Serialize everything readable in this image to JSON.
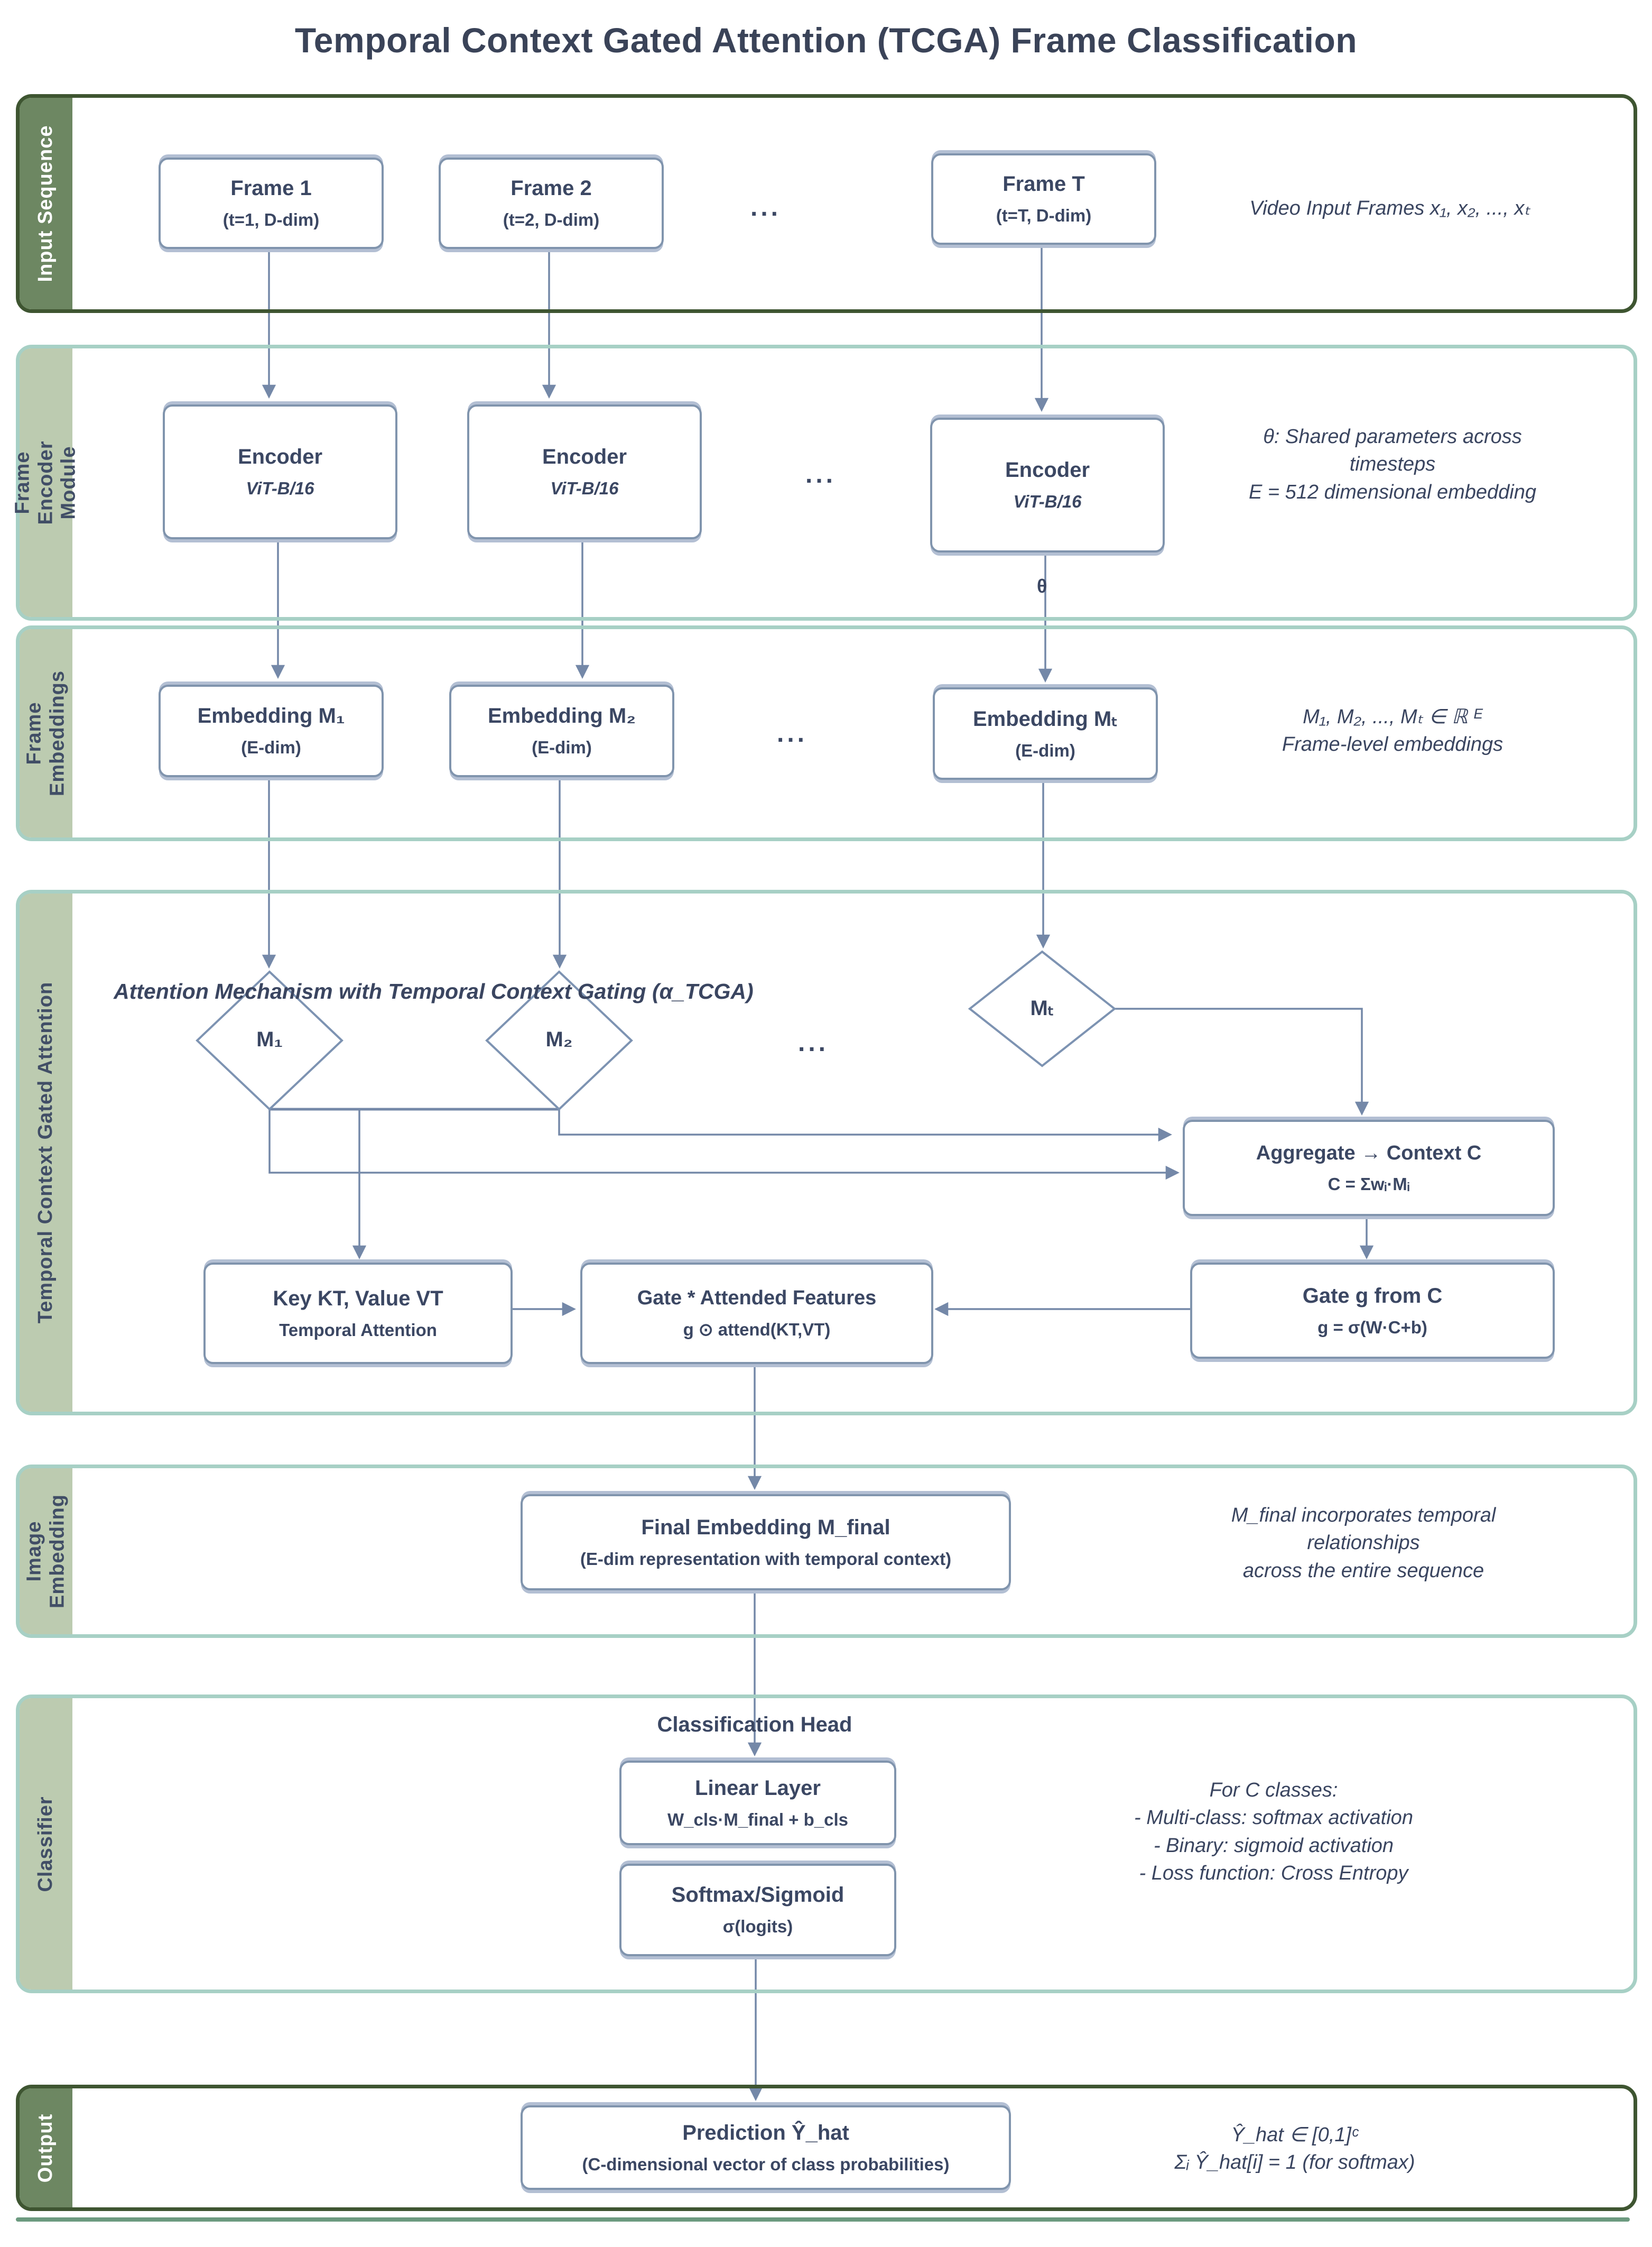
{
  "title": "Temporal Context Gated Attention (TCGA) Frame Classification",
  "bands": {
    "input_sequence": {
      "label": "Input Sequence"
    },
    "frame_encoder": {
      "label": "Frame Encoder\nModule"
    },
    "frame_embeddings": {
      "label": "Frame\nEmbeddings"
    },
    "tcga": {
      "label": "Temporal Context Gated Attention"
    },
    "image_embedding": {
      "label": "Image\nEmbedding"
    },
    "classifier": {
      "label": "Classifier"
    },
    "output": {
      "label": "Output"
    }
  },
  "nodes": {
    "frame1": {
      "title": "Frame 1",
      "sub": "(t=1, D-dim)"
    },
    "frame2": {
      "title": "Frame 2",
      "sub": "(t=2, D-dim)"
    },
    "frameT": {
      "title": "Frame T",
      "sub": "(t=T, D-dim)"
    },
    "encoder1": {
      "title": "Encoder",
      "sub": "ViT-B/16"
    },
    "encoder2": {
      "title": "Encoder",
      "sub": "ViT-B/16"
    },
    "encoder3": {
      "title": "Encoder",
      "sub": "ViT-B/16"
    },
    "embedding1": {
      "title": "Embedding M₁",
      "sub": "(E-dim)"
    },
    "embedding2": {
      "title": "Embedding M₂",
      "sub": "(E-dim)"
    },
    "embeddingT": {
      "title": "Embedding Mₜ",
      "sub": "(E-dim)"
    },
    "diamond1": {
      "title": "M₁"
    },
    "diamond2": {
      "title": "M₂"
    },
    "diamondT": {
      "title": "Mₜ"
    },
    "aggregate": {
      "title": "Aggregate → Context C",
      "sub": "C = Σwᵢ·Mᵢ"
    },
    "key_value": {
      "title": "Key KT, Value VT",
      "sub": "Temporal Attention"
    },
    "gate_attended": {
      "title": "Gate * Attended Features",
      "sub": "g ⊙ attend(KT,VT)"
    },
    "gate_from_c": {
      "title": "Gate g from C",
      "sub": "g = σ(W·C+b)"
    },
    "final_embedding": {
      "title": "Final Embedding M_final",
      "sub": "(E-dim representation with temporal context)"
    },
    "classification_head": {
      "title": "Classification Head"
    },
    "linear_layer": {
      "title": "Linear Layer",
      "sub": "W_cls·M_final + b_cls"
    },
    "softmax_sigmoid": {
      "title": "Softmax/Sigmoid",
      "sub": "σ(logits)"
    },
    "prediction": {
      "title": "Prediction Ŷ_hat",
      "sub": "(C-dimensional vector of class probabilities)"
    },
    "theta": {
      "title": "θ"
    }
  },
  "ellipsis": "...",
  "annotations": {
    "input_sequence": "Video Input Frames x₁, x₂, ..., xₜ",
    "frame_encoder": "θ: Shared parameters across\ntimesteps\nE = 512 dimensional embedding",
    "frame_embeddings": "M₁, M₂, ..., Mₜ ∈ ℝ ᴱ\nFrame-level embeddings",
    "tcga_heading": "Attention Mechanism with Temporal Context Gating (α_TCGA)",
    "image_embedding": "M_final incorporates temporal\nrelationships\nacross the entire sequence",
    "classifier": "For C classes:\n- Multi-class: softmax activation\n- Binary: sigmoid activation\n- Loss function: Cross Entropy",
    "output": "Ŷ_hat ∈ [0,1]ᶜ\nΣᵢ Ŷ_hat[i] = 1 (for softmax)"
  },
  "colors": {
    "dark_band_border": "#3e5531",
    "dark_band_fill": "#6d8762",
    "light_band_border": "#a7d0c5",
    "light_band_fill": "#bccbb0",
    "box_border": "#8094ad",
    "box_shadow": "#b3bfd3",
    "connector": "#7488a8",
    "text": "#3b4763"
  }
}
